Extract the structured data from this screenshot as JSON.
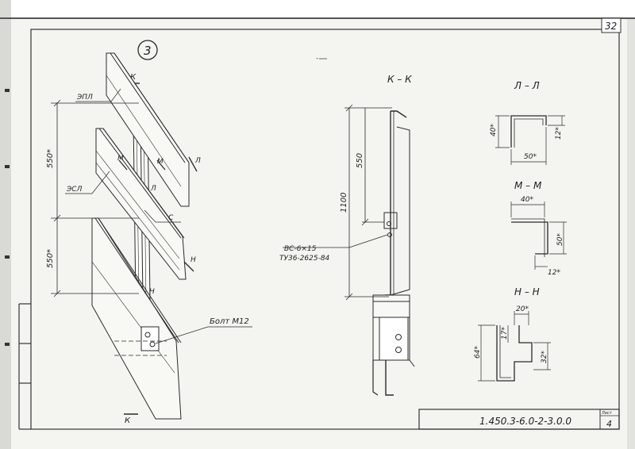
{
  "sheet": {
    "page_number": "32",
    "drawing_code": "1.450.3-6.0-2-3.0.0",
    "sheet_label": "Лист",
    "sheet_number": "4"
  },
  "main_view": {
    "marker": "3",
    "dims": [
      "550*",
      "550*"
    ],
    "labels": {
      "epl": "ЭПЛ",
      "esl": "ЭСЛ",
      "c": "С",
      "bolt": "Болт М12",
      "k_top": "К",
      "k_bottom": "К",
      "m_left": "М",
      "m_right": "М",
      "l_left": "Л",
      "l_right": "Л",
      "n_left": "Н",
      "n_right": "Н"
    }
  },
  "section_kk": {
    "title": "К – К",
    "dim_total": "1100",
    "dim_upper": "550",
    "callout_line1": "ВС-6×15",
    "callout_line2": "ТУ36-2625-84"
  },
  "section_ll": {
    "title": "Л – Л",
    "dims": [
      "40*",
      "12*",
      "50*"
    ]
  },
  "section_mm": {
    "title": "М – М",
    "dims": [
      "40*",
      "50*",
      "12*"
    ]
  },
  "section_nn": {
    "title": "Н – Н",
    "dims": [
      "20*",
      "17*",
      "64*",
      "32*"
    ]
  }
}
